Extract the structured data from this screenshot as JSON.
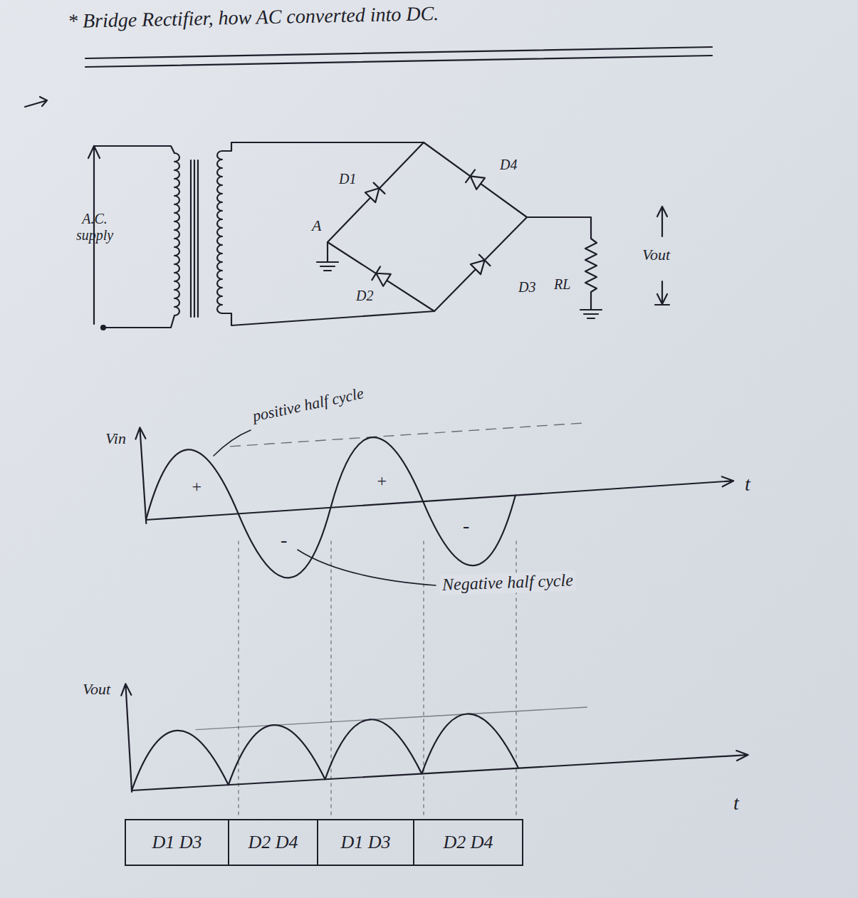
{
  "diagram": {
    "title": "* Bridge Rectifier, how AC converted into DC.",
    "nodes": [
      {
        "text": [
          "D1 D3"
        ]
      },
      {
        "text": [
          "D2 D4"
        ]
      },
      {
        "text": [
          "D1 D3"
        ]
      },
      {
        "text": [
          "D2 D4"
        ]
      }
    ],
    "labels": [
      "A.C. supply",
      "A",
      "D1",
      "D4",
      "D2",
      "D3",
      "RL",
      "Vout",
      "Vin",
      "positive half cycle",
      "+",
      "-",
      "+",
      "-",
      "t",
      "Negative half cycle",
      "Vout",
      "t"
    ]
  }
}
